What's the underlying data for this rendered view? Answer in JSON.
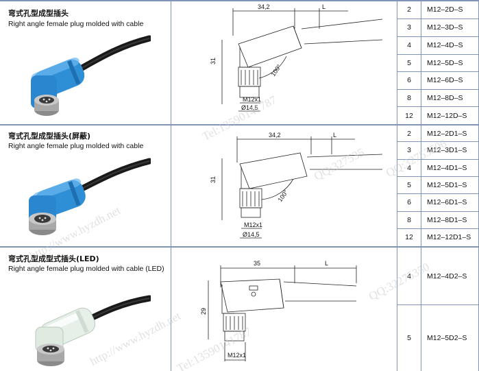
{
  "sections": [
    {
      "title_cn": "弯式孔型成型插头",
      "title_en": "Right angle female plug molded with cable",
      "drawing": {
        "width_dim": "34,2",
        "length_dim": "L",
        "height_dim": "31",
        "angle_dim": "100°",
        "thread": "M12x1",
        "diameter": "Ø14,5"
      },
      "rows": [
        {
          "qty": "2",
          "pn": "M12–2D–S"
        },
        {
          "qty": "3",
          "pn": "M12–3D–S"
        },
        {
          "qty": "4",
          "pn": "M12–4D–S"
        },
        {
          "qty": "5",
          "pn": "M12–5D–S"
        },
        {
          "qty": "6",
          "pn": "M12–6D–S"
        },
        {
          "qty": "8",
          "pn": "M12–8D–S"
        },
        {
          "qty": "12",
          "pn": "M12–12D–S"
        }
      ]
    },
    {
      "title_cn": "弯式孔型成型插头(屏蔽)",
      "title_en": "Right angle female plug  molded with cable",
      "drawing": {
        "width_dim": "34,2",
        "length_dim": "L",
        "height_dim": "31",
        "angle_dim": "100°",
        "thread": "M12x1",
        "diameter": "Ø14,5"
      },
      "rows": [
        {
          "qty": "2",
          "pn": "M12–2D1–S"
        },
        {
          "qty": "3",
          "pn": "M12–3D1–S"
        },
        {
          "qty": "4",
          "pn": "M12–4D1–S"
        },
        {
          "qty": "5",
          "pn": "M12–5D1–S"
        },
        {
          "qty": "6",
          "pn": "M12–6D1–S"
        },
        {
          "qty": "8",
          "pn": "M12–8D1–S"
        },
        {
          "qty": "12",
          "pn": "M12–12D1–S"
        }
      ]
    },
    {
      "title_cn": "弯式孔型成型式插头(LED)",
      "title_en": "Right angle female plug molded with cable (LED)",
      "drawing": {
        "width_dim": "35",
        "length_dim": "L",
        "height_dim": "29",
        "thread": "M12x1"
      },
      "rows": [
        {
          "qty": "4",
          "pn": "M12–4D2–S"
        },
        {
          "qty": "5",
          "pn": "M12–5D2–S"
        }
      ]
    }
  ],
  "watermarks": [
    "http://www.hyzdh.net",
    "Tel:13590141787",
    "QQ:327535",
    "QQ:32275350",
    "Tel:13590141787",
    "http://www.hyzdh.net",
    "QQ:32753506"
  ],
  "colors": {
    "grid": "#7f94b6",
    "plug_blue": "#2f8fd6",
    "cable": "#1a1a1a"
  }
}
